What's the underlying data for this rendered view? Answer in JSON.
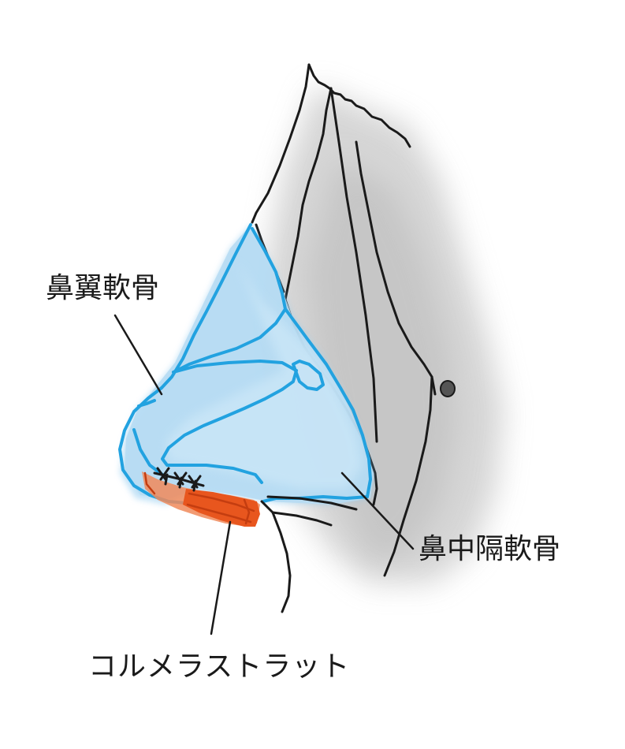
{
  "diagram": {
    "labels": {
      "alar_cartilage": "鼻翼軟骨",
      "septal_cartilage": "鼻中隔軟骨",
      "columellar_strut": "コルメラストラット"
    },
    "colors": {
      "cartilage_fill": "#a9d6ef",
      "cartilage_outline": "#2aa3de",
      "strut_fill": "#e8561e",
      "skin_shadow": "#c9c9c9",
      "line": "#1a1a1a"
    }
  }
}
